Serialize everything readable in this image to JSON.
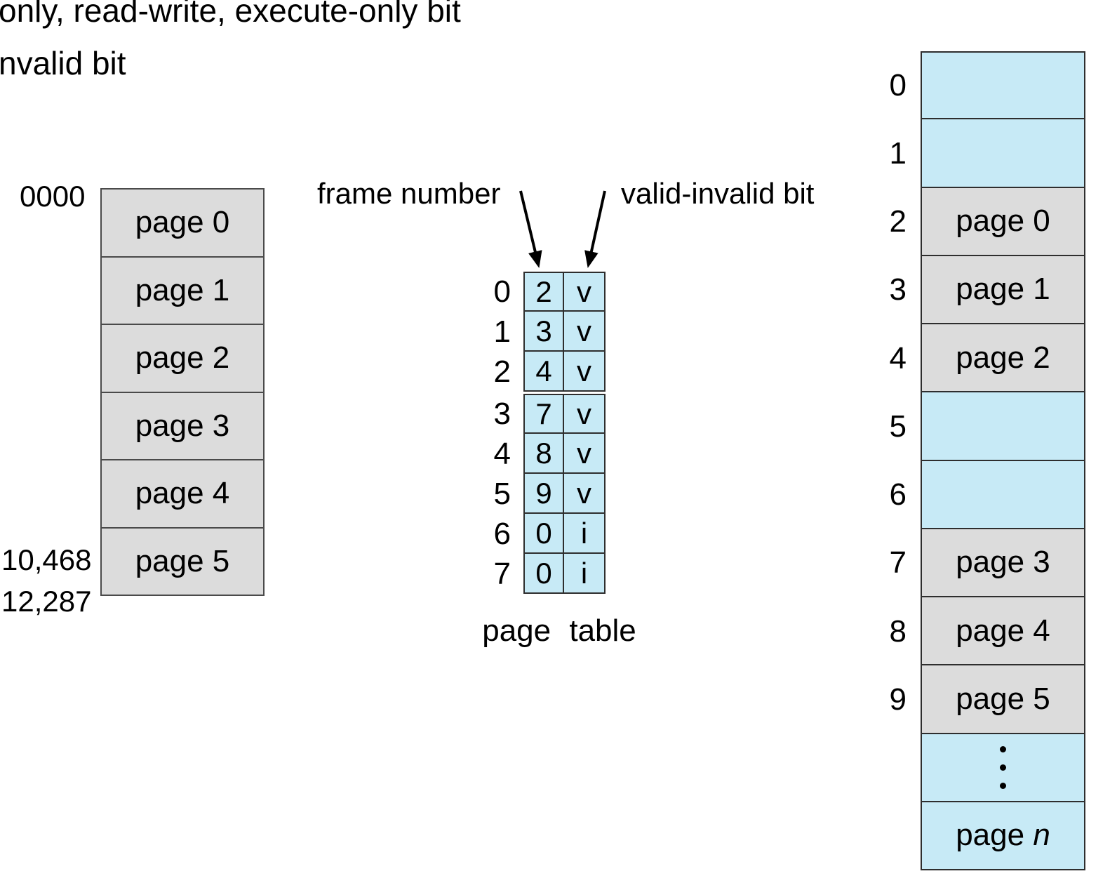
{
  "header": {
    "line1": "only, read-write, execute-only bit",
    "line2": "nvalid bit"
  },
  "logical_memory": {
    "address_top": "0000",
    "address_low1": "10,468",
    "address_low2": "12,287",
    "pages": [
      "page 0",
      "page 1",
      "page 2",
      "page 3",
      "page 4",
      "page 5"
    ]
  },
  "page_table": {
    "frame_label": "frame number",
    "valid_label": "valid-invalid bit",
    "caption": "page table",
    "rows": [
      {
        "index": "0",
        "frame": "2",
        "bit": "v"
      },
      {
        "index": "1",
        "frame": "3",
        "bit": "v"
      },
      {
        "index": "2",
        "frame": "4",
        "bit": "v"
      },
      {
        "index": "3",
        "frame": "7",
        "bit": "v"
      },
      {
        "index": "4",
        "frame": "8",
        "bit": "v"
      },
      {
        "index": "5",
        "frame": "9",
        "bit": "v"
      },
      {
        "index": "6",
        "frame": "0",
        "bit": "i"
      },
      {
        "index": "7",
        "frame": "0",
        "bit": "i"
      }
    ]
  },
  "physical_memory": {
    "frames": [
      {
        "index": "0",
        "label": "",
        "fill": "blue"
      },
      {
        "index": "1",
        "label": "",
        "fill": "blue"
      },
      {
        "index": "2",
        "label": "page 0",
        "fill": "gray"
      },
      {
        "index": "3",
        "label": "page 1",
        "fill": "gray"
      },
      {
        "index": "4",
        "label": "page 2",
        "fill": "gray"
      },
      {
        "index": "5",
        "label": "",
        "fill": "blue"
      },
      {
        "index": "6",
        "label": "",
        "fill": "blue"
      },
      {
        "index": "7",
        "label": "page 3",
        "fill": "gray"
      },
      {
        "index": "8",
        "label": "page 4",
        "fill": "gray"
      },
      {
        "index": "9",
        "label": "page 5",
        "fill": "gray"
      },
      {
        "index": "",
        "label": "",
        "fill": "blue",
        "dots": true
      },
      {
        "index": "",
        "label": "page ",
        "label_italic": "n",
        "fill": "blue"
      }
    ]
  },
  "colors": {
    "cell_gray": "#dcdcdc",
    "cell_blue": "#c7eaf6",
    "border_dark": "#2e2e2e",
    "text": "#000000"
  }
}
